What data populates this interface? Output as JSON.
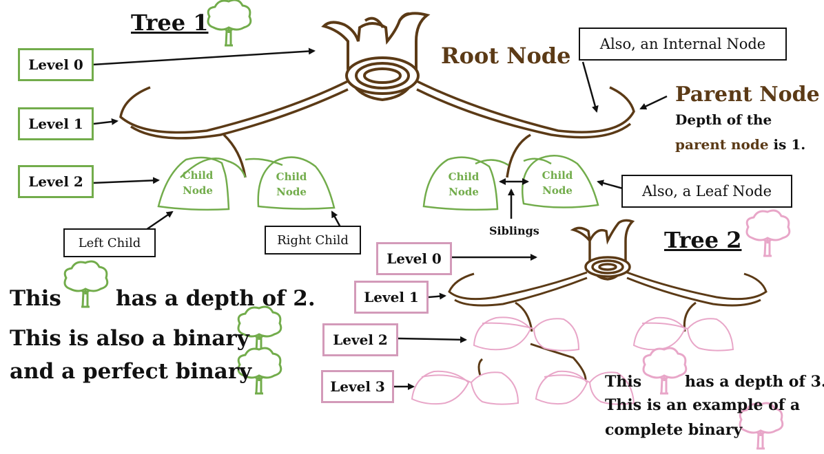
{
  "tree1": {
    "title": "Tree 1",
    "levels": [
      "Level 0",
      "Level 1",
      "Level 2"
    ],
    "root_label": "Root Node",
    "internal_label": "Also, an Internal Node",
    "parent_label": "Parent Node",
    "depth_note_line1": "Depth of the",
    "depth_note_highlight": "parent node",
    "depth_note_tail": "is 1.",
    "child_label_line1": "Child",
    "child_label_line2": "Node",
    "left_child": "Left Child",
    "right_child": "Right Child",
    "leaf_label": "Also, a Leaf Node",
    "siblings_label": "Siblings",
    "summary_line1_a": "This",
    "summary_line1_b": "has a depth of 2.",
    "summary_line2": "This is also a binary",
    "summary_line3": "and a perfect binary",
    "colors": {
      "tree": "#72ac4b",
      "branch": "#5b3a16"
    }
  },
  "tree2": {
    "title": "Tree 2",
    "levels": [
      "Level 0",
      "Level 1",
      "Level 2",
      "Level 3"
    ],
    "summary_line1_a": "This",
    "summary_line1_b": "has a depth of 3.",
    "summary_line2": "This is an example of a",
    "summary_line3": "complete binary",
    "colors": {
      "tree": "#e8a6c8"
    }
  },
  "icons": [
    "tree-icon",
    "arrow-icon"
  ]
}
